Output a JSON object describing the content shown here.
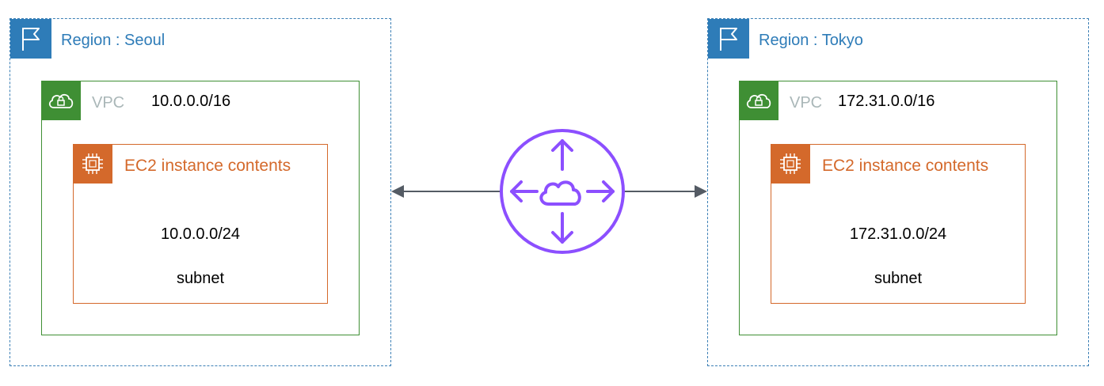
{
  "regions": [
    {
      "label": "Region : Seoul",
      "vpc_label": "VPC",
      "vpc_cidr": "10.0.0.0/16",
      "ec2_label": "EC2 instance contents",
      "subnet_cidr": "10.0.0.0/24",
      "subnet_label": "subnet"
    },
    {
      "label": "Region : Tokyo",
      "vpc_label": "VPC",
      "vpc_cidr": "172.31.0.0/16",
      "ec2_label": "EC2 instance contents",
      "subnet_cidr": "172.31.0.0/24",
      "subnet_label": "subnet"
    }
  ],
  "connector": {
    "icon": "router-cloud-icon",
    "color": "#8c4fff",
    "arrow_color": "#545b64"
  },
  "colors": {
    "region": "#2e7cb8",
    "vpc": "#3f8f34",
    "vpc_label": "#aab7b8",
    "ec2": "#d4692b"
  }
}
